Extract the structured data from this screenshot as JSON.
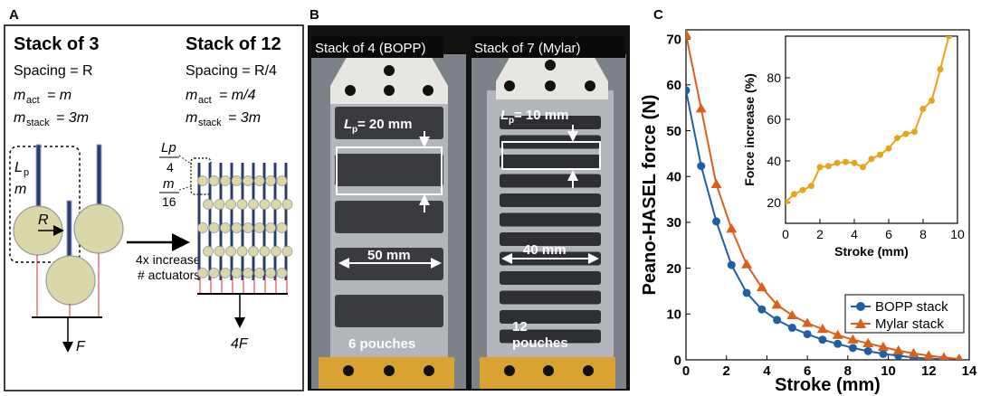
{
  "panels": {
    "a": "A",
    "b": "B",
    "c": "C"
  },
  "panel_a": {
    "stack3": {
      "title": "Stack of 3",
      "spacing": "Spacing = R",
      "mact": "m",
      "mact_val": "= m",
      "mstack": "m",
      "mstack_val": "= 3m",
      "lp": "L",
      "lp_sub": "p",
      "m": "m",
      "R": "R",
      "F": "F"
    },
    "stack12": {
      "title": "Stack of 12",
      "spacing": "Spacing = R/4",
      "mact": "m",
      "mact_val": "= m/4",
      "mstack": "m",
      "mstack_val": "= 3m",
      "frac_lp": "Lp",
      "frac_4": "4",
      "frac_m": "m",
      "frac_16": "16",
      "F": "4F"
    },
    "arrow_label_1": "4x increase",
    "arrow_label_2": "# actuators"
  },
  "panel_b": {
    "left": {
      "title": "Stack of 4 (BOPP)",
      "lp": "L",
      "lp_sub": "p",
      "lp_val": " = 20 mm",
      "width": "50 mm",
      "pouches": "6 pouches"
    },
    "right": {
      "title": "Stack of 7 (Mylar)",
      "lp": "L",
      "lp_sub": "p",
      "lp_val": " = 10 mm",
      "width": "40 mm",
      "pouches_1": "12",
      "pouches_2": "pouches"
    }
  },
  "colors": {
    "bopp": "#1f5fa8",
    "mylar": "#d9601a",
    "inset": "#e8a41c",
    "actuator": "#dad7a8",
    "tendon": "#2a3d6d"
  },
  "chart_data": [
    {
      "type": "line",
      "xlabel": "Stroke (mm)",
      "ylabel": "Peano-HASEL force (N)",
      "xlim": [
        0,
        14
      ],
      "ylim": [
        0,
        72
      ],
      "xticks": [
        0,
        2,
        4,
        6,
        8,
        10,
        12,
        14
      ],
      "yticks": [
        0,
        10,
        20,
        30,
        40,
        50,
        60,
        70
      ],
      "legend": "bottom-right",
      "series": [
        {
          "name": "BOPP stack",
          "color": "#1f5fa8",
          "marker": "circle",
          "x": [
            0,
            0.75,
            1.5,
            2.25,
            3.0,
            3.75,
            4.5,
            5.25,
            6.0,
            6.75,
            7.5,
            8.25,
            9.0,
            9.75,
            10.5,
            11.25,
            12.0,
            12.75
          ],
          "y": [
            58.8,
            42.3,
            30.2,
            20.7,
            14.6,
            11.0,
            8.7,
            7.0,
            5.6,
            4.4,
            3.5,
            2.6,
            1.9,
            1.3,
            0.9,
            0.5,
            0.3,
            0.1
          ]
        },
        {
          "name": "Mylar stack",
          "color": "#d9601a",
          "marker": "triangle",
          "x": [
            0,
            0.75,
            1.5,
            2.25,
            3.0,
            3.75,
            4.5,
            5.25,
            6.0,
            6.75,
            7.5,
            8.25,
            9.0,
            9.75,
            10.5,
            11.25,
            12.0,
            12.75,
            13.5
          ],
          "y": [
            71.0,
            54.8,
            38.3,
            28.6,
            20.8,
            15.8,
            12.0,
            9.7,
            8.0,
            6.7,
            5.4,
            4.4,
            3.6,
            2.8,
            2.0,
            1.4,
            0.9,
            0.5,
            0.2
          ]
        }
      ]
    },
    {
      "type": "line",
      "xlabel": "Stroke (mm)",
      "ylabel": "Force increase (%)",
      "xlim": [
        0,
        10
      ],
      "ylim": [
        10,
        100
      ],
      "xticks": [
        0,
        2,
        4,
        6,
        8,
        10
      ],
      "yticks": [
        20,
        40,
        60,
        80
      ],
      "series": [
        {
          "name": "",
          "color": "#e8a41c",
          "marker": "circle",
          "x": [
            0,
            0.5,
            1.0,
            1.5,
            2.0,
            2.5,
            3.0,
            3.5,
            4.0,
            4.5,
            5.0,
            5.5,
            6.0,
            6.5,
            7.0,
            7.5,
            8.0,
            8.5,
            9.0,
            9.5
          ],
          "y": [
            20.2,
            24.0,
            26.0,
            28.0,
            37.0,
            37.5,
            39.0,
            39.5,
            39.0,
            37.0,
            41.0,
            43.0,
            46.0,
            51.0,
            53.0,
            54.0,
            65.0,
            69.0,
            84.0,
            100.0
          ]
        }
      ]
    }
  ]
}
